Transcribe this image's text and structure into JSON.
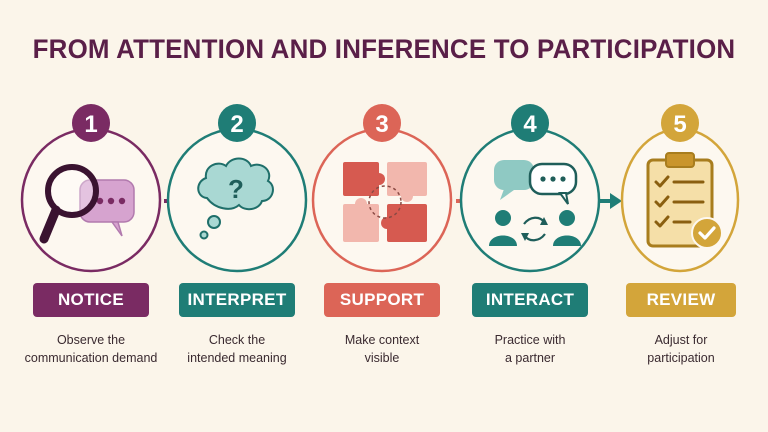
{
  "title": "FROM ATTENTION AND INFERENCE TO PARTICIPATION",
  "colors": {
    "background": "#fbf5ea",
    "title": "#5a1f48",
    "notice": "#7a2b63",
    "interpret": "#1f7d76",
    "support": "#dc6557",
    "interact": "#1f7d76",
    "review": "#d3a53a"
  },
  "steps": [
    {
      "number": "1",
      "label": "NOTICE",
      "desc_lines": [
        "Observe the",
        "communication demand"
      ],
      "icon": "magnifier-speech-bubble-icon",
      "color": "#7a2b63"
    },
    {
      "number": "2",
      "label": "INTERPRET",
      "desc_lines": [
        "Check the",
        "intended meaning"
      ],
      "icon": "question-thought-bubble-icon",
      "color": "#1f7d76"
    },
    {
      "number": "3",
      "label": "SUPPORT",
      "desc_lines": [
        "Make context",
        "visible"
      ],
      "icon": "puzzle-pieces-icon",
      "color": "#dc6557"
    },
    {
      "number": "4",
      "label": "INTERACT",
      "desc_lines": [
        "Practice with",
        "a partner"
      ],
      "icon": "two-people-conversation-icon",
      "color": "#1f7d76"
    },
    {
      "number": "5",
      "label": "REVIEW",
      "desc_lines": [
        "Adjust for",
        "participation"
      ],
      "icon": "clipboard-checklist-icon",
      "color": "#d3a53a"
    }
  ]
}
